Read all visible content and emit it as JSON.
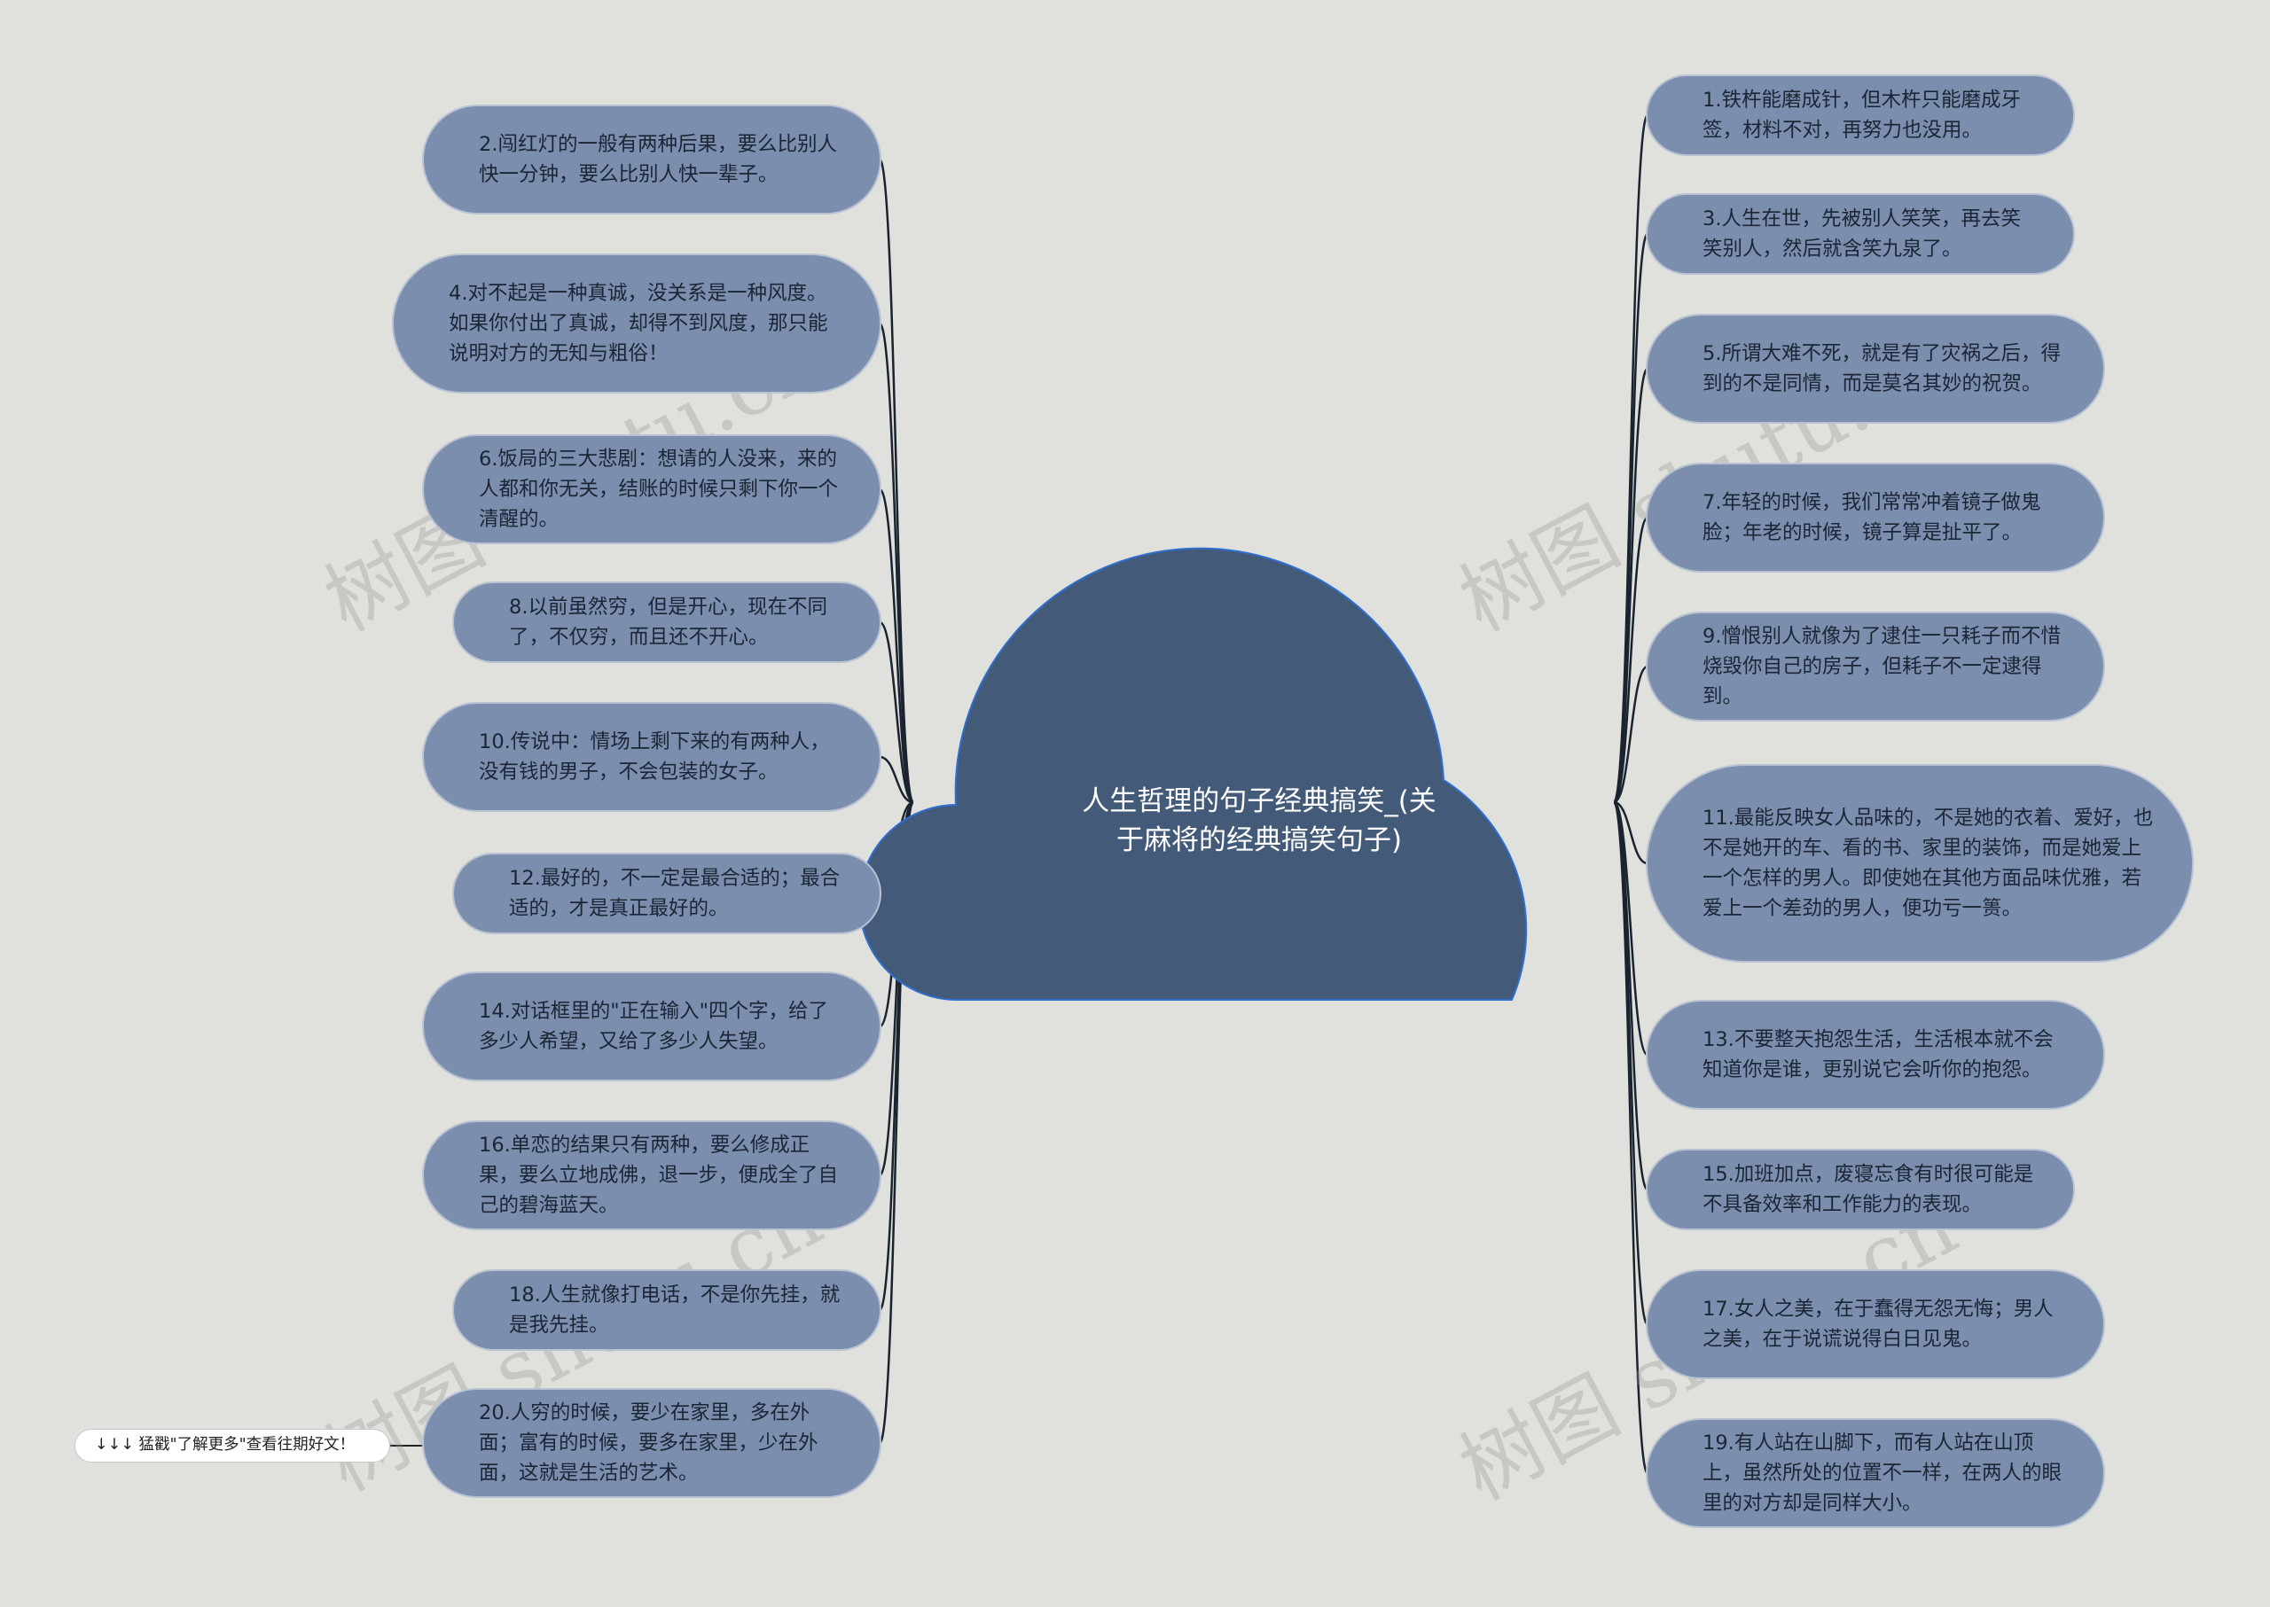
{
  "center": {
    "title": "人生哲理的句子经典搞笑_(关于麻将的经典搞笑句子)"
  },
  "left_nodes": [
    "2.闯红灯的一般有两种后果，要么比别人快一分钟，要么比别人快一辈子。",
    "4.对不起是一种真诚，没关系是一种风度。如果你付出了真诚，却得不到风度，那只能说明对方的无知与粗俗！",
    "6.饭局的三大悲剧：想请的人没来，来的人都和你无关，结账的时候只剩下你一个清醒的。",
    "8.以前虽然穷，但是开心，现在不同了，不仅穷，而且还不开心。",
    "10.传说中：情场上剩下来的有两种人，没有钱的男子，不会包装的女子。",
    "12.最好的，不一定是最合适的；最合适的，才是真正最好的。",
    "14.对话框里的\"正在输入\"四个字，给了多少人希望，又给了多少人失望。",
    "16.单恋的结果只有两种，要么修成正果，要么立地成佛，退一步，便成全了自己的碧海蓝天。",
    "18.人生就像打电话，不是你先挂，就是我先挂。",
    "20.人穷的时候，要少在家里，多在外面；富有的时候，要多在家里，少在外面，这就是生活的艺术。"
  ],
  "right_nodes": [
    "1.铁杵能磨成针，但木杵只能磨成牙签，材料不对，再努力也没用。",
    "3.人生在世，先被别人笑笑，再去笑笑别人，然后就含笑九泉了。",
    "5.所谓大难不死，就是有了灾祸之后，得到的不是同情，而是莫名其妙的祝贺。",
    "7.年轻的时候，我们常常冲着镜子做鬼脸；年老的时候，镜子算是扯平了。",
    "9.憎恨别人就像为了逮住一只耗子而不惜烧毁你自己的房子，但耗子不一定逮得到。",
    "11.最能反映女人品味的，不是她的衣着、爱好，也不是她开的车、看的书、家里的装饰，而是她爱上一个怎样的男人。即使她在其他方面品味优雅，若爱上一个差劲的男人，便功亏一篑。",
    "13.不要整天抱怨生活，生活根本就不会知道你是谁，更别说它会听你的抱怨。",
    "15.加班加点，废寝忘食有时很可能是不具备效率和工作能力的表现。",
    "17.女人之美，在于蠢得无怨无悔；男人之美，在于说谎说得白日见鬼。",
    "19.有人站在山脚下，而有人站在山顶上，虽然所处的位置不一样，在两人的眼里的对方却是同样大小。"
  ],
  "note": {
    "text": "↓↓↓ 猛戳\"了解更多\"查看往期好文！"
  },
  "watermark": {
    "text": "树图 shutu.cn"
  },
  "colors": {
    "background": "#e0e1dc",
    "cloud_fill": "#435a78",
    "cloud_stroke": "#2f6fd0",
    "node_fill": "#7c8ead",
    "node_border": "#b9c2d2",
    "link": "#1a2430"
  }
}
